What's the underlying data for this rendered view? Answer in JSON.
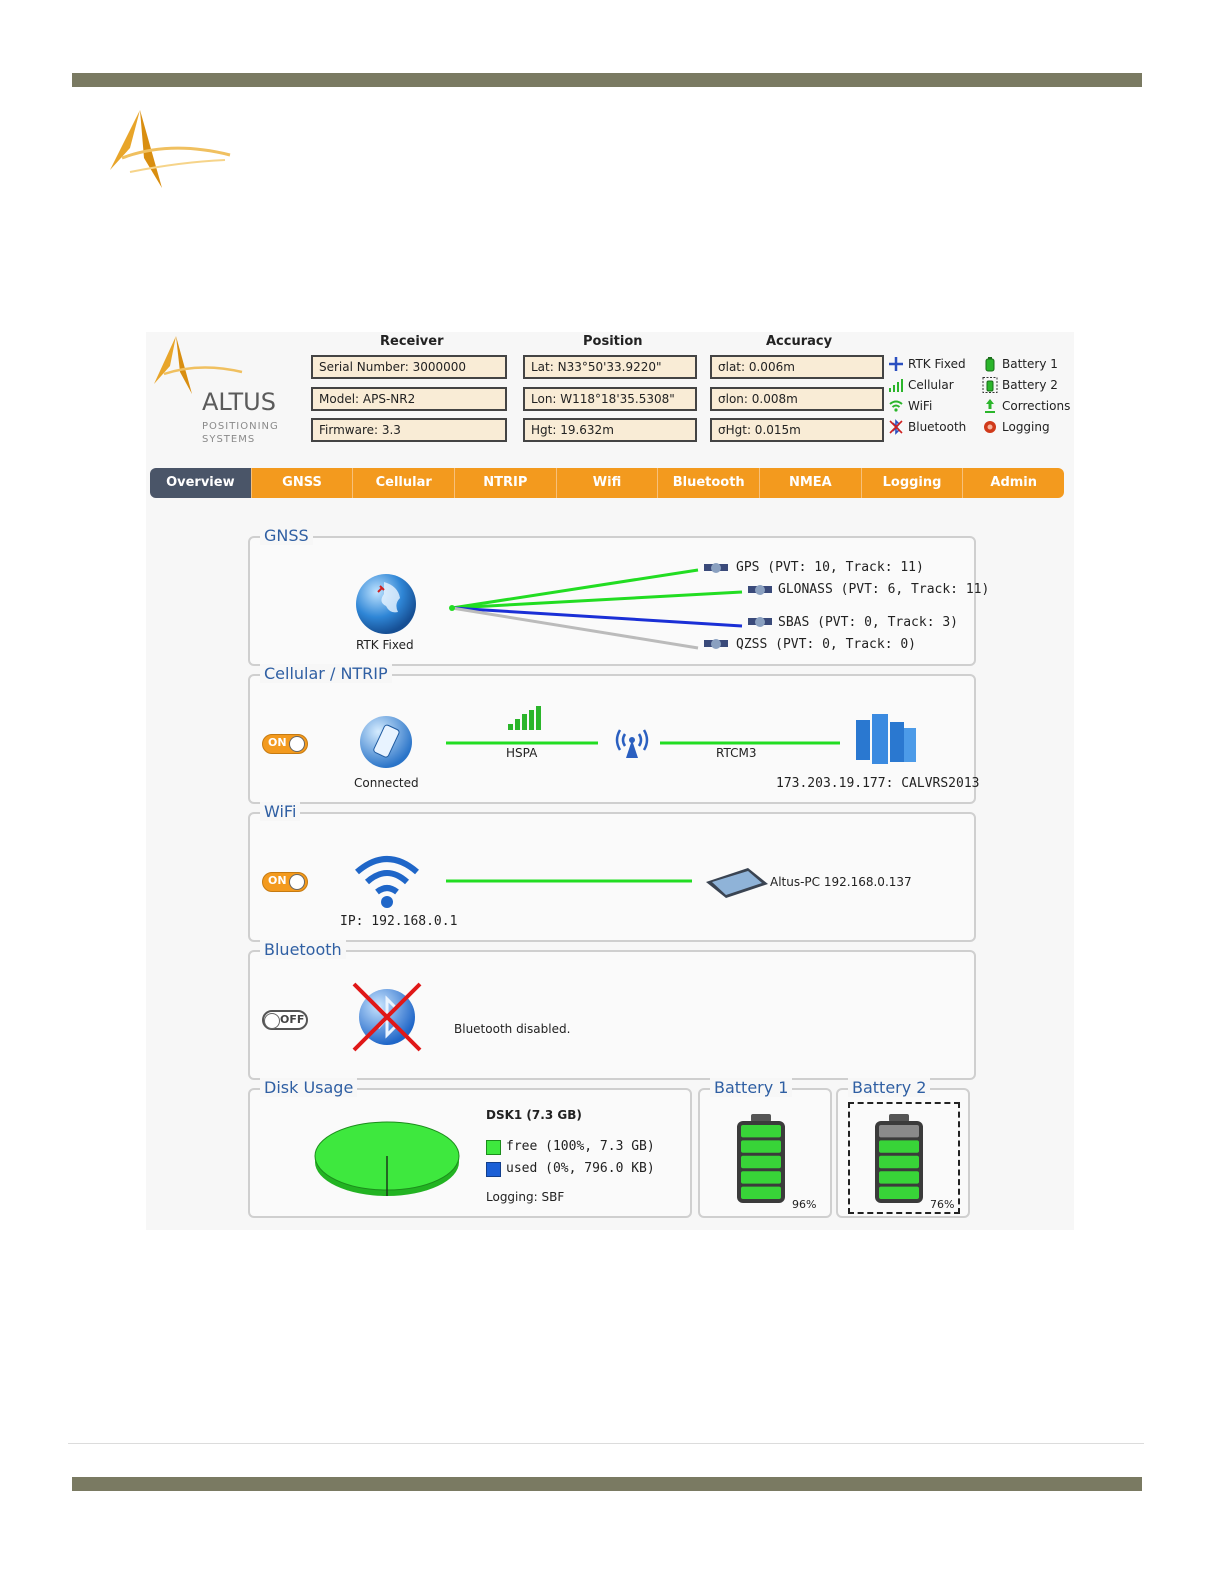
{
  "document": {
    "logo_name": "Altus logo"
  },
  "header": {
    "brand_name": "ALTUS",
    "brand_sub": "POSITIONING SYSTEMS",
    "receiver": {
      "heading": "Receiver",
      "serial": "Serial Number: 3000000",
      "model": "Model: APS-NR2",
      "firmware": "Firmware: 3.3"
    },
    "position": {
      "heading": "Position",
      "lat": "Lat: N33°50'33.9220\"",
      "lon": "Lon: W118°18'35.5308\"",
      "hgt": "Hgt: 19.632m"
    },
    "accuracy": {
      "heading": "Accuracy",
      "slat": "σlat: 0.006m",
      "slon": "σlon: 0.008m",
      "shgt": "σHgt: 0.015m"
    },
    "status_legend": [
      {
        "label": "RTK Fixed",
        "icon": "crosshair-icon"
      },
      {
        "label": "Cellular",
        "icon": "signal-bars-icon"
      },
      {
        "label": "WiFi",
        "icon": "wifi-icon"
      },
      {
        "label": "Bluetooth",
        "icon": "bluetooth-disabled-icon"
      }
    ],
    "device_legend": [
      {
        "label": "Battery 1",
        "icon": "battery-icon"
      },
      {
        "label": "Battery 2",
        "icon": "battery-selected-icon"
      },
      {
        "label": "Corrections",
        "icon": "corrections-icon"
      },
      {
        "label": "Logging",
        "icon": "logging-icon"
      }
    ]
  },
  "tabs": [
    {
      "label": "Overview",
      "active": true
    },
    {
      "label": "GNSS"
    },
    {
      "label": "Cellular"
    },
    {
      "label": "NTRIP"
    },
    {
      "label": "Wifi"
    },
    {
      "label": "Bluetooth"
    },
    {
      "label": "NMEA"
    },
    {
      "label": "Logging"
    },
    {
      "label": "Admin"
    }
  ],
  "gnss": {
    "title": "GNSS",
    "status": "RTK Fixed",
    "constellations": [
      {
        "label": "GPS (PVT: 10, Track: 11)",
        "line_color": "#22dd22"
      },
      {
        "label": "GLONASS (PVT: 6, Track: 11)",
        "line_color": "#22dd22"
      },
      {
        "label": "SBAS (PVT: 0, Track: 3)",
        "line_color": "#1a2fd6"
      },
      {
        "label": "QZSS (PVT: 0, Track: 0)",
        "line_color": "#bbbbbb"
      }
    ]
  },
  "cellular": {
    "title": "Cellular / NTRIP",
    "toggle": "ON",
    "status": "Connected",
    "network": "HSPA",
    "protocol": "RTCM3",
    "caster": "173.203.19.177: CALVRS2013"
  },
  "wifi": {
    "title": "WiFi",
    "toggle": "ON",
    "ip": "IP: 192.168.0.1",
    "client": "Altus-PC 192.168.0.137"
  },
  "bluetooth": {
    "title": "Bluetooth",
    "toggle": "OFF",
    "status": "Bluetooth disabled."
  },
  "disk": {
    "title": "Disk Usage",
    "name": "DSK1 (7.3 GB)",
    "free_label": "free (100%, 7.3 GB)",
    "used_label": "used (0%, 796.0 KB)",
    "logging": "Logging: SBF",
    "free_fraction": 1.0,
    "colors": {
      "free": "#3ee83e",
      "used": "#1b5fd6"
    }
  },
  "battery1": {
    "title": "Battery 1",
    "percent": "96%",
    "level": 0.96
  },
  "battery2": {
    "title": "Battery 2",
    "percent": "76%",
    "level": 0.76,
    "selected": true
  },
  "colors": {
    "accent": "#f39a1e",
    "active_tab": "#4a5568",
    "title_blue": "#2f5fa3",
    "bar": "#7a7a62"
  }
}
